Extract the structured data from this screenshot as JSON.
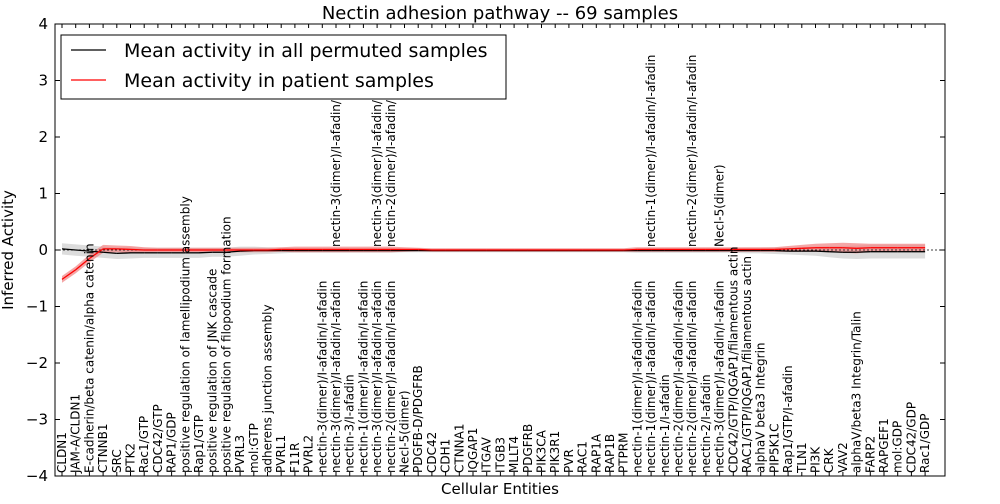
{
  "chart_data": {
    "type": "line",
    "title": "Nectin adhesion pathway -- 69 samples",
    "xlabel": "Cellular Entities",
    "ylabel": "Inferred Activity",
    "ylim": [
      -4,
      4
    ],
    "yticks": [
      "4",
      "3",
      "2",
      "1",
      "0",
      "−1",
      "−2",
      "−3",
      "−4"
    ],
    "yticks_values": [
      4,
      3,
      2,
      1,
      0,
      -1,
      -2,
      -3,
      -4
    ],
    "legend_position": "top-left",
    "categories": [
      "CLDN1",
      "JAM-A/CLDN1",
      "E-cadherin/beta catenin/alpha catenin",
      "CTNNB1",
      "SRC",
      "PTK2",
      "Rac1/GTP",
      "CDC42/GTP",
      "RAP1/GDP",
      "positive regulation of lamellipodium assembly",
      "Rap1/GTP",
      "positive regulation of JNK cascade",
      "positive regulation of filopodium formation",
      "PVRL3",
      "mol:GTP",
      "adherens junction assembly",
      "PVRL1",
      "F11R",
      "PVRL2",
      "nectin-3(dimer)/I-afadin/I-afadin",
      "nectin-3(dimer)/I-afadin/I-afadin",
      "nectin-3/I-afadin",
      "nectin-1(dimer)/I-afadin/I-afadin",
      "nectin-3(dimer)/I-afadin/I-afadin",
      "nectin-2(dimer)/I-afadin/I-afadin",
      "Necl-5(dimer)",
      "PDGFB-D/PDGFRB",
      "CDC42",
      "CDH1",
      "CTNNA1",
      "IQGAP1",
      "ITGAV",
      "ITGB3",
      "MLLT4",
      "PDGFRB",
      "PIK3CA",
      "PIK3R1",
      "PVR",
      "RAC1",
      "RAP1A",
      "RAP1B",
      "PTPRM",
      "nectin-1(dimer)/I-afadin/I-afadin",
      "nectin-1(dimer)/I-afadin/I-afadin",
      "nectin-1/I-afadin",
      "nectin-2(dimer)/I-afadin/I-afadin",
      "nectin-2(dimer)/I-afadin/I-afadin",
      "nectin-2/I-afadin",
      "nectin-3(dimer)/I-afadin/I-afadin",
      "CDC42/GTP/IQGAP1/filamentous actin",
      "RAC1/GTP/IQGAP1/filamentous actin",
      "alphaV beta3 Integrin",
      "PIP5K1C",
      "Rap1/GTP/I-afadin",
      "TLN1",
      "PI3K",
      "CRK",
      "VAV2",
      "alphaV/beta3 Integrin/Talin",
      "FARP2",
      "RAPGEF1",
      "mol:GDP",
      "CDC42/GDP",
      "Rac1/GDP"
    ],
    "upper_labels": [
      {
        "index": 20,
        "text": "nectin-3(dimer)/I-afadin/I-afadin"
      },
      {
        "index": 23,
        "text": "nectin-3(dimer)/I-afadin/I-afadin"
      },
      {
        "index": 24,
        "text": "nectin-2(dimer)/I-afadin/I-afadin"
      },
      {
        "index": 43,
        "text": "nectin-1(dimer)/I-afadin/I-afadin"
      },
      {
        "index": 46,
        "text": "nectin-2(dimer)/I-afadin/I-afadin"
      },
      {
        "index": 48,
        "text": "Necl-5(dimer)"
      }
    ],
    "series": [
      {
        "name": "Mean activity in all permuted samples",
        "color": "#000000",
        "band_color": "#bfbfbf",
        "values": [
          0.02,
          0.0,
          -0.02,
          -0.04,
          -0.06,
          -0.05,
          -0.05,
          -0.05,
          -0.05,
          -0.05,
          -0.05,
          -0.04,
          -0.04,
          -0.02,
          -0.01,
          -0.01,
          -0.01,
          -0.01,
          -0.01,
          -0.01,
          -0.01,
          -0.01,
          -0.01,
          -0.01,
          -0.01,
          -0.01,
          -0.01,
          -0.01,
          -0.01,
          -0.01,
          -0.01,
          -0.01,
          -0.01,
          -0.01,
          -0.01,
          -0.01,
          -0.01,
          -0.01,
          -0.01,
          -0.01,
          -0.01,
          -0.01,
          -0.01,
          -0.01,
          -0.01,
          -0.01,
          -0.01,
          -0.01,
          -0.01,
          -0.01,
          -0.01,
          -0.01,
          -0.01,
          -0.02,
          -0.02,
          -0.02,
          -0.03,
          -0.04,
          -0.04,
          -0.03,
          -0.03,
          -0.03,
          -0.03,
          -0.03
        ],
        "band": [
          0.1,
          0.1,
          0.1,
          0.1,
          0.1,
          0.1,
          0.09,
          0.09,
          0.09,
          0.09,
          0.09,
          0.08,
          0.08,
          0.08,
          0.07,
          0.06,
          0.05,
          0.04,
          0.04,
          0.04,
          0.04,
          0.04,
          0.04,
          0.04,
          0.04,
          0.03,
          0.03,
          0.03,
          0.03,
          0.03,
          0.03,
          0.03,
          0.03,
          0.03,
          0.03,
          0.03,
          0.03,
          0.03,
          0.03,
          0.03,
          0.03,
          0.03,
          0.04,
          0.04,
          0.04,
          0.04,
          0.04,
          0.04,
          0.04,
          0.04,
          0.05,
          0.05,
          0.06,
          0.06,
          0.07,
          0.08,
          0.1,
          0.11,
          0.12,
          0.12,
          0.12,
          0.12,
          0.12,
          0.12
        ]
      },
      {
        "name": "Mean activity in patient samples",
        "color": "#ff0000",
        "band_color": "#f08080",
        "values": [
          -0.52,
          -0.35,
          -0.15,
          0.02,
          0.02,
          0.01,
          0.0,
          0.0,
          0.0,
          0.0,
          0.0,
          0.0,
          0.0,
          0.0,
          0.0,
          0.0,
          0.01,
          0.01,
          0.01,
          0.01,
          0.01,
          0.01,
          0.01,
          0.01,
          0.01,
          0.01,
          0.01,
          0.0,
          0.0,
          0.0,
          0.0,
          0.0,
          0.0,
          0.0,
          0.0,
          0.0,
          0.0,
          0.0,
          0.0,
          0.0,
          0.0,
          0.0,
          0.01,
          0.01,
          0.01,
          0.01,
          0.01,
          0.01,
          0.01,
          0.01,
          0.01,
          0.01,
          0.01,
          0.02,
          0.03,
          0.04,
          0.04,
          0.04,
          0.03,
          0.04,
          0.04,
          0.04,
          0.04,
          0.04
        ],
        "band": [
          0.06,
          0.06,
          0.07,
          0.07,
          0.06,
          0.06,
          0.05,
          0.04,
          0.04,
          0.04,
          0.04,
          0.04,
          0.04,
          0.04,
          0.04,
          0.04,
          0.04,
          0.05,
          0.05,
          0.05,
          0.05,
          0.05,
          0.05,
          0.05,
          0.05,
          0.04,
          0.03,
          0.03,
          0.03,
          0.03,
          0.03,
          0.03,
          0.03,
          0.03,
          0.03,
          0.03,
          0.03,
          0.03,
          0.03,
          0.03,
          0.03,
          0.03,
          0.04,
          0.04,
          0.04,
          0.04,
          0.04,
          0.04,
          0.04,
          0.04,
          0.04,
          0.04,
          0.04,
          0.05,
          0.06,
          0.07,
          0.08,
          0.09,
          0.09,
          0.07,
          0.07,
          0.07,
          0.07,
          0.07
        ]
      }
    ]
  }
}
